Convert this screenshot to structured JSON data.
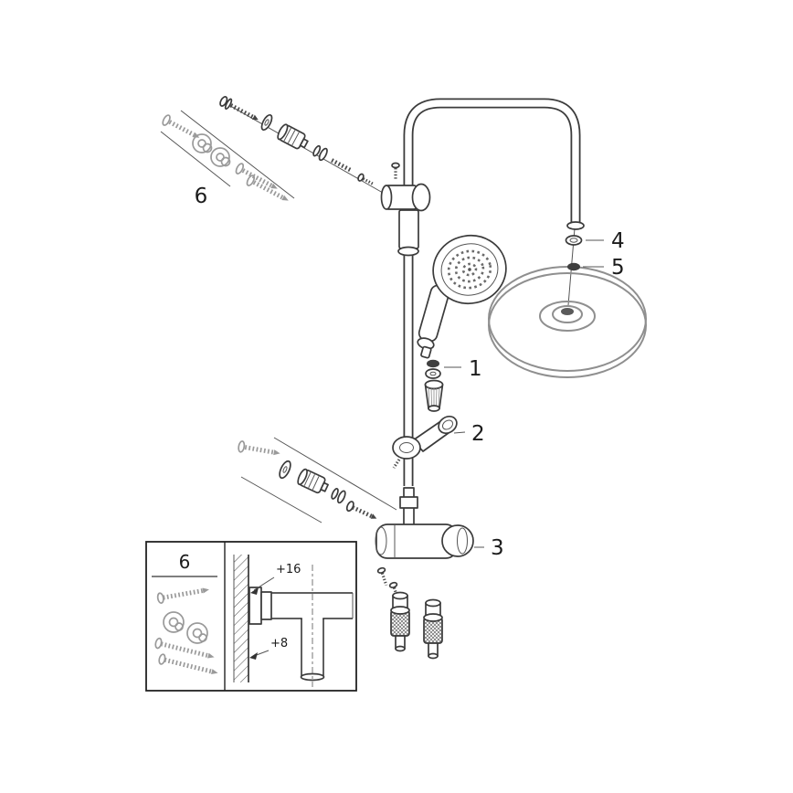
{
  "diagram": {
    "callouts": {
      "part1": "1",
      "part2": "2",
      "part3": "3",
      "part4": "4",
      "part5": "5",
      "hardware_group": "6"
    },
    "inset": {
      "hardware_label": "6",
      "dimension_upper": "+16",
      "dimension_lower": "+8"
    },
    "palette": {
      "ink": "#3b3b3b",
      "hardware_gray": "#9a9a9a",
      "shower_gray": "#8f8f8f"
    }
  }
}
